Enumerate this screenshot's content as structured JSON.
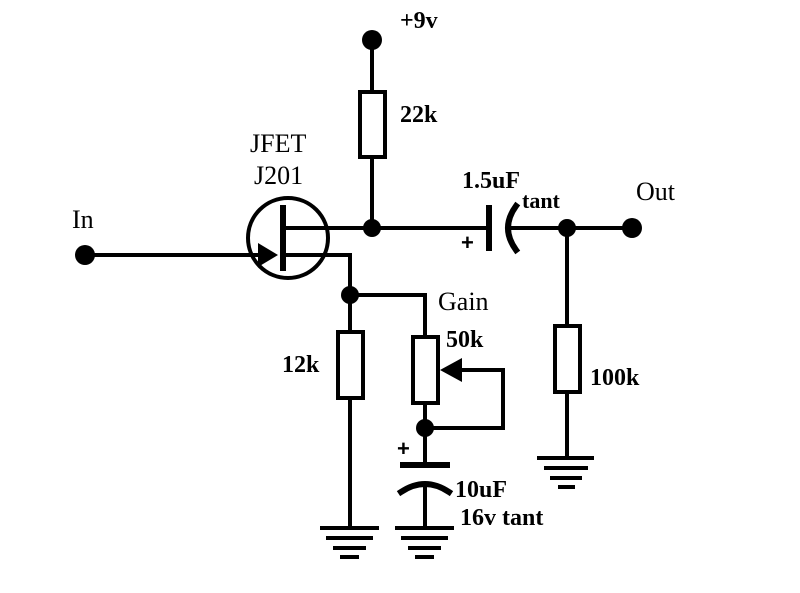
{
  "labels": {
    "supply": "+9v",
    "r_drain": "22k",
    "jfet_type": "JFET",
    "jfet_part": "J201",
    "input": "In",
    "cap_out": "1.5uF",
    "cap_out_type": "tant",
    "output": "Out",
    "gain": "Gain",
    "pot": "50k",
    "r_source": "12k",
    "r_load": "100k",
    "cap_bypass": "10uF",
    "cap_bypass_type": "16v tant",
    "plus_out": "+",
    "plus_bypass": "+"
  }
}
